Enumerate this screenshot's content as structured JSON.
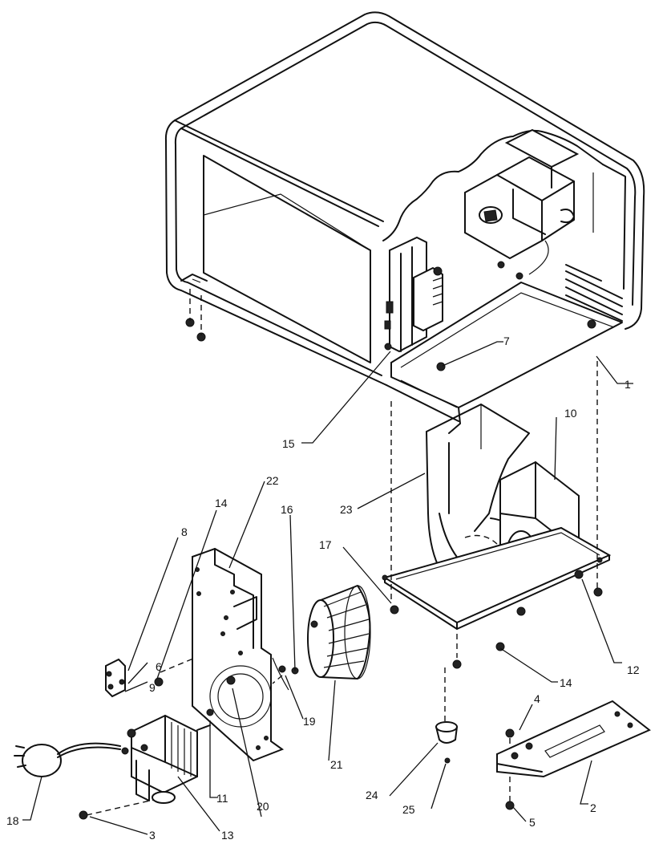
{
  "callouts": [
    "1",
    "2",
    "3",
    "4",
    "5",
    "6",
    "7",
    "8",
    "9",
    "10",
    "11",
    "12",
    "13",
    "14",
    "15",
    "16",
    "17",
    "18",
    "19",
    "20",
    "21",
    "22",
    "23",
    "24",
    "25"
  ],
  "callout_14_repeat": "14"
}
